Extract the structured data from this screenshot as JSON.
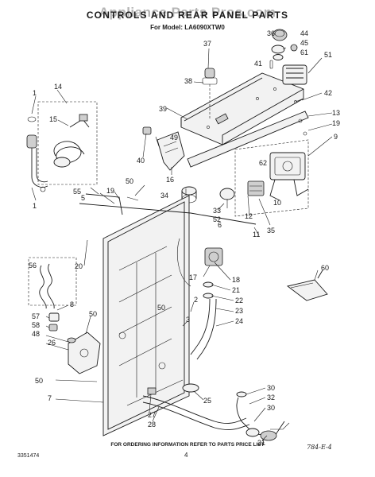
{
  "header": {
    "title": "CONTROLS AND REAR PANEL PARTS",
    "model": "For Model: LA6090XTW0",
    "watermark": "Appliance Parts Pros.com"
  },
  "footer": {
    "doc_number": "3351474",
    "page_number": "4",
    "ordering_note": "FOR ORDERING INFORMATION REFER TO PARTS PRICE LIST",
    "handwritten_code": "784-E-4"
  },
  "callouts": [
    {
      "id": "c1a",
      "label": "1"
    },
    {
      "id": "c1b",
      "label": "1"
    },
    {
      "id": "c2",
      "label": "2"
    },
    {
      "id": "c3",
      "label": "3"
    },
    {
      "id": "c5",
      "label": "5"
    },
    {
      "id": "c6",
      "label": "6"
    },
    {
      "id": "c7",
      "label": "7"
    },
    {
      "id": "c8",
      "label": "8"
    },
    {
      "id": "c9",
      "label": "9"
    },
    {
      "id": "c10",
      "label": "10"
    },
    {
      "id": "c11",
      "label": "11"
    },
    {
      "id": "c12",
      "label": "12"
    },
    {
      "id": "c13",
      "label": "13"
    },
    {
      "id": "c14",
      "label": "14"
    },
    {
      "id": "c15",
      "label": "15"
    },
    {
      "id": "c16",
      "label": "16"
    },
    {
      "id": "c17",
      "label": "17"
    },
    {
      "id": "c18",
      "label": "18"
    },
    {
      "id": "c19a",
      "label": "19"
    },
    {
      "id": "c19b",
      "label": "19"
    },
    {
      "id": "c20",
      "label": "20"
    },
    {
      "id": "c21",
      "label": "21"
    },
    {
      "id": "c22",
      "label": "22"
    },
    {
      "id": "c23",
      "label": "23"
    },
    {
      "id": "c24",
      "label": "24"
    },
    {
      "id": "c25",
      "label": "25"
    },
    {
      "id": "c26",
      "label": "26"
    },
    {
      "id": "c27",
      "label": "27"
    },
    {
      "id": "c28",
      "label": "28"
    },
    {
      "id": "c30a",
      "label": "30"
    },
    {
      "id": "c30b",
      "label": "30"
    },
    {
      "id": "c31",
      "label": "31"
    },
    {
      "id": "c32",
      "label": "32"
    },
    {
      "id": "c33",
      "label": "33"
    },
    {
      "id": "c34",
      "label": "34"
    },
    {
      "id": "c35",
      "label": "35"
    },
    {
      "id": "c36",
      "label": "36"
    },
    {
      "id": "c37",
      "label": "37"
    },
    {
      "id": "c38",
      "label": "38"
    },
    {
      "id": "c39",
      "label": "39"
    },
    {
      "id": "c40",
      "label": "40"
    },
    {
      "id": "c41",
      "label": "41"
    },
    {
      "id": "c42",
      "label": "42"
    },
    {
      "id": "c44",
      "label": "44"
    },
    {
      "id": "c45",
      "label": "45"
    },
    {
      "id": "c48",
      "label": "48"
    },
    {
      "id": "c49",
      "label": "49"
    },
    {
      "id": "c50a",
      "label": "50"
    },
    {
      "id": "c50b",
      "label": "50"
    },
    {
      "id": "c50c",
      "label": "50"
    },
    {
      "id": "c50d",
      "label": "50"
    },
    {
      "id": "c51",
      "label": "51"
    },
    {
      "id": "c52",
      "label": "52"
    },
    {
      "id": "c55",
      "label": "55"
    },
    {
      "id": "c56",
      "label": "56"
    },
    {
      "id": "c57",
      "label": "57"
    },
    {
      "id": "c58",
      "label": "58"
    },
    {
      "id": "c60",
      "label": "60"
    },
    {
      "id": "c61",
      "label": "61"
    },
    {
      "id": "c62",
      "label": "62"
    }
  ]
}
